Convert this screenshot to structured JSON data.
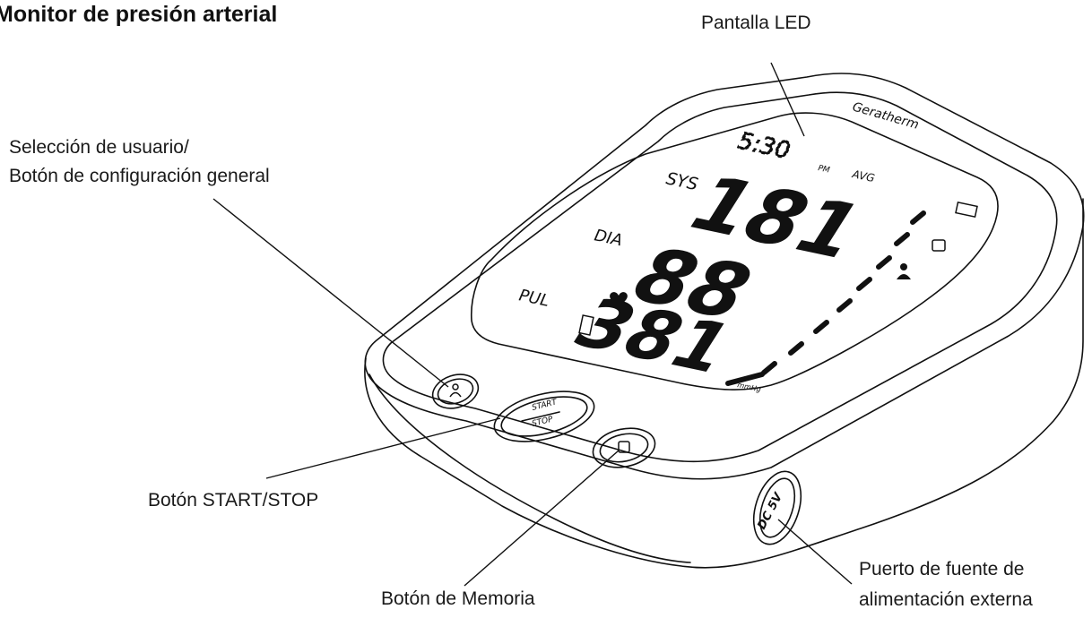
{
  "title": "Monitor de presión arterial",
  "labels": {
    "user_button": [
      "Selección de usuario/",
      "Botón de configuración general"
    ],
    "display": "Pantalla LED",
    "start_stop": "Botón START/STOP",
    "memory": "Botón de Memoria",
    "power_port": [
      "Puerto de fuente de",
      "alimentación externa"
    ]
  },
  "device": {
    "brand": "Geratherm",
    "lcd": {
      "time": "5:30",
      "pm": "PM",
      "avg": "AVG",
      "sys_label": "SYS",
      "dia_label": "DIA",
      "pul_label": "PUL",
      "sys_value": "181",
      "dia_value": "88",
      "pul_value": "381",
      "unit": "mmHg"
    },
    "start_button": [
      "START",
      "STOP"
    ],
    "port_label": "DC 5V"
  },
  "icons": [
    "user-icon",
    "memory-icon",
    "heart-icon",
    "battery-icon",
    "lock-icon",
    "person-icon"
  ]
}
